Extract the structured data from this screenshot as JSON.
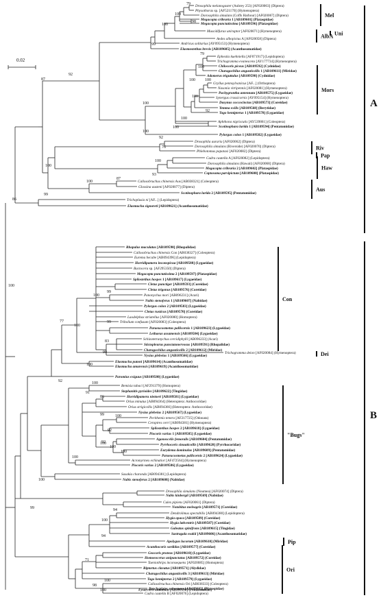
{
  "scale_bar": {
    "label": "0.02"
  },
  "clades": [
    {
      "id": "A",
      "label": "A"
    },
    {
      "id": "B",
      "label": "B"
    }
  ],
  "groups": [
    "Mel",
    "Uni",
    "AlbA",
    "Mors",
    "Riv",
    "Pap",
    "Haw",
    "Aus",
    "Con",
    "Dei",
    "\"Bugs\"",
    "Pip",
    "Ori"
  ],
  "bootstrap_values": [
    "100",
    "79",
    "98",
    "100",
    "99",
    "100",
    "79",
    "100",
    "92",
    "87",
    "100",
    "100",
    "100",
    "92",
    "100",
    "100",
    "100",
    "92",
    "76",
    "100",
    "93",
    "100",
    "87",
    "100",
    "99",
    "86",
    "100",
    "99",
    "99",
    "83",
    "99",
    "100",
    "77",
    "100",
    "92",
    "100",
    "91",
    "86",
    "100",
    "99",
    "92",
    "100",
    "100",
    "100",
    "92",
    "100",
    "100",
    "100",
    "99",
    "94",
    "100",
    "94",
    "71",
    "100",
    "100",
    "98"
  ],
  "taxa": [
    {
      "name": "Drosophila melanogaster",
      "info": "(Aubrey 253) [AF020063] (Diptera)",
      "bold": false
    },
    {
      "name": "Physothorax",
      "info": "sp. [AF521170] (Hymenoptera)",
      "bold": false
    },
    {
      "name": "Dorosophila simulans",
      "info": "(Coffs Harbour) [AF020067] (Diptera)",
      "bold": false
    },
    {
      "name": "Megacopta cribraria",
      "info": "1 [AB109601] (Plataspidae)",
      "bold": true
    },
    {
      "name": "Megacopta punctatissima",
      "info": "[AB109596] (Plataspidae)",
      "bold": true
    },
    {
      "name": "Muscidifurax uniraptor",
      "info": "[AF020071] (Hymenoptera)",
      "bold": false
    },
    {
      "name": "Aedes albopictus",
      "info": "A [AF020058] (Diptera)",
      "bold": false
    },
    {
      "name": "Andricus solitarius",
      "info": "[AY095153] (Hymenoptera)",
      "bold": false
    },
    {
      "name": "Elasmostethus brevis",
      "info": "[AB109605] (Acanthosomatidae)",
      "bold": true
    },
    {
      "name": "Ephestia kuehniella",
      "info": "[AF071917] (Lepidoptera)",
      "bold": false
    },
    {
      "name": "Trichogramma evanescens",
      "info": "[AY177734] (Hymenoptera)",
      "bold": false
    },
    {
      "name": "Chilocoris piceus",
      "info": "[AB109592] (Cydnidae)",
      "bold": true
    },
    {
      "name": "Charagochilus angusticollis",
      "info": "1 [AB109611] (Miridae)",
      "bold": true
    },
    {
      "name": "Adomerus triguttulus",
      "info": "[AB109598] (Cydnidae)",
      "bold": true
    },
    {
      "name": "Gryllus pennsylvanicus",
      "info": "[AF...] (Orthoptera)",
      "bold": false
    },
    {
      "name": "Nasonia vitripennis",
      "info": "[AF020081] (Hymenoptera)",
      "bold": false
    },
    {
      "name": "Pachygrontha antennata",
      "info": "[AB109575] (Lygaeidae)",
      "bold": true
    },
    {
      "name": "Synergus crassicornis",
      "info": "[AY095154] (Hymenoptera)",
      "bold": false
    },
    {
      "name": "Dasynus coccocinctus",
      "info": "[AB109573] (Coreidae)",
      "bold": true
    },
    {
      "name": "Yemma exilis",
      "info": "[AB109568] (Berytidae)",
      "bold": true
    },
    {
      "name": "Togo hemipterus",
      "info": "1 [AB109578] (Lygaeidae)",
      "bold": true
    },
    {
      "name": "Aphthona nigriscutis",
      "info": "[AY539861] (Coleoptera)",
      "bold": false
    },
    {
      "name": "Scotinophara lurida",
      "info": "1 [AB109594] (Pentatomidae)",
      "bold": true
    },
    {
      "name": "Pylorgus colon",
      "info": "1 [AB109582] (Lygaeidae)",
      "bold": true
    },
    {
      "name": "Drosophila auraria",
      "info": "[AF020062] (Diptera)",
      "bold": false
    },
    {
      "name": "Dorosophila simulans",
      "info": "(Riverside) [AF020070] (Diptera)",
      "bold": false
    },
    {
      "name": "Phlebotomus papatasi",
      "info": "[AF020082] (Diptera)",
      "bold": false
    },
    {
      "name": "Cadra cautella",
      "info": "A [AF020082] (Lepidoptera)",
      "bold": false
    },
    {
      "name": "Dorosophila simulans",
      "info": "(Hawaii) [AF020068] (Diptera)",
      "bold": false
    },
    {
      "name": "Megacopta cribraria",
      "info": "2 [AB109602] (Plataspidae)",
      "bold": true
    },
    {
      "name": "Coptosoma parvipictum",
      "info": "[AB109600] (Plataspidae)",
      "bold": true
    },
    {
      "name": "Callosobruchus chinensis",
      "info": "Aus [AB038321] (Coleoptera)",
      "bold": false
    },
    {
      "name": "Glossina austeni",
      "info": "[AF020077] (Diptera)",
      "bold": false
    },
    {
      "name": "Scotinophara lurida",
      "info": "2 [AB109595] (Pentatomidae)",
      "bold": true
    },
    {
      "name": "Trichoplusia ni",
      "info": "[AF...] (Lepidoptera)",
      "bold": false
    },
    {
      "name": "Elasmucha signoreti",
      "info": "[AB109621] (Acanthosomatidae)",
      "bold": true
    },
    {
      "name": "Rhopalus maculatus",
      "info": "[AB109590] (Rhopalidae)",
      "bold": true
    },
    {
      "name": "Callosobruchus chinensis",
      "info": "Con [AB038327] (Coleoptera)",
      "bold": false
    },
    {
      "name": "Eurema hecabe",
      "info": "[AB094396] (Lepidoptera)",
      "bold": false
    },
    {
      "name": "Horridipamera inconspicua",
      "info": "[AB109588] (Lygaeidae)",
      "bold": true
    },
    {
      "name": "Bactocera",
      "info": "sp. [AF295350] (Diptera)",
      "bold": false
    },
    {
      "name": "Megacopta punctatissima",
      "info": "2 [AB109597] (Plataspidae)",
      "bold": true
    },
    {
      "name": "Spilostethus hospes",
      "info": "1 [AB109617] (Lygaeidae)",
      "bold": true
    },
    {
      "name": "Cletus punctiger",
      "info": "[AB109593] (Coreidae)",
      "bold": true
    },
    {
      "name": "Cletus trigonus",
      "info": "[AB109576] (Coreidae)",
      "bold": true
    },
    {
      "name": "Panonychus mori",
      "info": "[AB096231] (Acari)",
      "bold": false
    },
    {
      "name": "Nabis stenoferus",
      "info": "1 [AB109607] (Nabidae)",
      "bold": true
    },
    {
      "name": "Pylorgus colon",
      "info": "2 [AB109583] (Lygaeidae)",
      "bold": true
    },
    {
      "name": "Cletus rusticus",
      "info": "[AB109570] (Coreidae)",
      "bold": true
    },
    {
      "name": "Laodelphax striatellus",
      "info": "[AF020080] (Homoptera)",
      "bold": false
    },
    {
      "name": "Tribolium confusum",
      "info": "[AF020083] (Coleoptera)",
      "bold": false
    },
    {
      "name": "Paraeucosmetus pallicornis",
      "info": "1 [AB109623] (Lygaeidae)",
      "bold": true
    },
    {
      "name": "Lethaeus assamensis",
      "info": "[AB109584] (Lygaeidae)",
      "bold": true
    },
    {
      "name": "Schizotetranychus cercidiphylli",
      "info": "[AB096233] (Acari)",
      "bold": false
    },
    {
      "name": "Stictopleurus punctatonervosus",
      "info": "[AB109591] (Rhopalidae)",
      "bold": true
    },
    {
      "name": "Charagochilus angusticollis",
      "info": "2 [AB109612] (Miridae)",
      "bold": true
    },
    {
      "name": "Nysius plebeius",
      "info": "1 [AB109566] (Lygaeidae)",
      "bold": true
    },
    {
      "name": "Trichogramma deion",
      "info": "[AF020084] (Hymenoptera)",
      "bold": false
    },
    {
      "name": "Elasmucha putoni",
      "info": "[AB109614] (Acanthosomatidae)",
      "bold": true
    },
    {
      "name": "Elasmucha amurensis",
      "info": "[AB109619] (Acanthosomatidae)",
      "bold": true
    },
    {
      "name": "Paromius exiguus",
      "info": "[AB109580] (Lygaeidae)",
      "bold": true
    },
    {
      "name": "Bemisia tabaci",
      "info": "[AF291379] (Homoptera)",
      "bold": false
    },
    {
      "name": "Stephanitis pyrioides",
      "info": "[AB109622] (Tingidae)",
      "bold": true
    },
    {
      "name": "Horridipamera nietneri",
      "info": "[AB109581] (Lygaeidae)",
      "bold": true
    },
    {
      "name": "Orius minutus",
      "info": "[AB094364] (Heteroptera: Anthocoridae)",
      "bold": false
    },
    {
      "name": "Orius strigicollis",
      "info": "[AB094366] (Heteroptera: Anthocoridae)",
      "bold": false
    },
    {
      "name": "Nysius plebeius",
      "info": "2 [AB109567] (Lygaeidae)",
      "bold": true
    },
    {
      "name": "Perithemis tenera",
      "info": "[AF217725] (Odonata)",
      "bold": false
    },
    {
      "name": "Ceroptres cerri",
      "info": "[AB094381] (Hymenoptera)",
      "bold": false
    },
    {
      "name": "Spilostethus hospes",
      "info": "2 [AB109618] (Lygaeidae)",
      "bold": true
    },
    {
      "name": "Piocoris varius",
      "info": "1 [AB109585] (Lygaeidae)",
      "bold": true
    },
    {
      "name": "Agonoscelis femoralis",
      "info": "[AB109604] (Pentatomidae)",
      "bold": true
    },
    {
      "name": "Pyrrhocoris sinuaticollis",
      "info": "[AB109620] (Pyrrhocoridae)",
      "bold": true
    },
    {
      "name": "Eurydema dominulus",
      "info": "[AB109609] (Pentatomidae)",
      "bold": true
    },
    {
      "name": "Paraeucosmetus pallicornis",
      "info": "2 [AB109624] (Lygaeidae)",
      "bold": true
    },
    {
      "name": "Acromyrmex echinatior",
      "info": "[AF472564] (Hymenoptera)",
      "bold": false
    },
    {
      "name": "Piocoris varius",
      "info": "2 [AB109586] (Lygaeidae)",
      "bold": true
    },
    {
      "name": "Sasakia charonda",
      "info": "[AB094381] (Lepidoptera)",
      "bold": false
    },
    {
      "name": "Nabis stenoferus",
      "info": "2 [AB109608] (Nabidae)",
      "bold": true
    },
    {
      "name": "Drosophila simulans",
      "info": "(Noumea) [AF020074] (Diptera)",
      "bold": false
    },
    {
      "name": "Nabis kinbergii",
      "info": "[AB109569] (Nabidae)",
      "bold": true
    },
    {
      "name": "Culex pipiens",
      "info": "[AF020061] (Diptera)",
      "bold": false
    },
    {
      "name": "Notobitus meleagris",
      "info": "[AB109571] (Coreidae)",
      "bold": true
    },
    {
      "name": "Dendrolimus spectabilis",
      "info": "[AB094380] (Lepidoptera)",
      "bold": false
    },
    {
      "name": "Hygia opaca",
      "info": "[AB109589] (Coreidae)",
      "bold": true
    },
    {
      "name": "Hygia lativentris",
      "info": "[AB109587] (Coreidae)",
      "bold": true
    },
    {
      "name": "Galeatus spinifrons",
      "info": "[AB109615] (Tingidae)",
      "bold": true
    },
    {
      "name": "Sastragala esakii",
      "info": "[AB109606] (Acanthosomatidae)",
      "bold": true
    },
    {
      "name": "Apolygus lucorum",
      "info": "[AB109610] (Miridae)",
      "bold": true
    },
    {
      "name": "Acanthocoris sordidus",
      "info": "[AB109577] (Coreidae)",
      "bold": true
    },
    {
      "name": "Geocoris proteus",
      "info": "[AB109610] (Lygaeidae)",
      "bold": true
    },
    {
      "name": "Homoeocerus unipunctatus",
      "info": "[AB109572] (Coreidae)",
      "bold": true
    },
    {
      "name": "Taeniothrips inconsequens",
      "info": "[AF020085] (Homoptera)",
      "bold": false
    },
    {
      "name": "Riptortus clavatus",
      "info": "[AB109571] (Alydidae)",
      "bold": true
    },
    {
      "name": "Charagochilus angusticollis",
      "info": "3 [AB109613] (Miridae)",
      "bold": true
    },
    {
      "name": "Togo hemipterus",
      "info": "2 [AB109579] (Lygaeidae)",
      "bold": true
    },
    {
      "name": "Callosobruchus chinensis",
      "info": "Ori [AB038333] (Coleoptera)",
      "bold": false
    },
    {
      "name": "Brachyplatys subaeneus",
      "info": "[AB109603] (Plataspidae)",
      "bold": true
    },
    {
      "name": "Cadra cautella",
      "info": "B [AF020076] (Lepidoptera)",
      "bold": false
    },
    {
      "name": "Eysarcoris annamita",
      "info": "[AB109599] (Pentatomidae)",
      "bold": true
    }
  ]
}
